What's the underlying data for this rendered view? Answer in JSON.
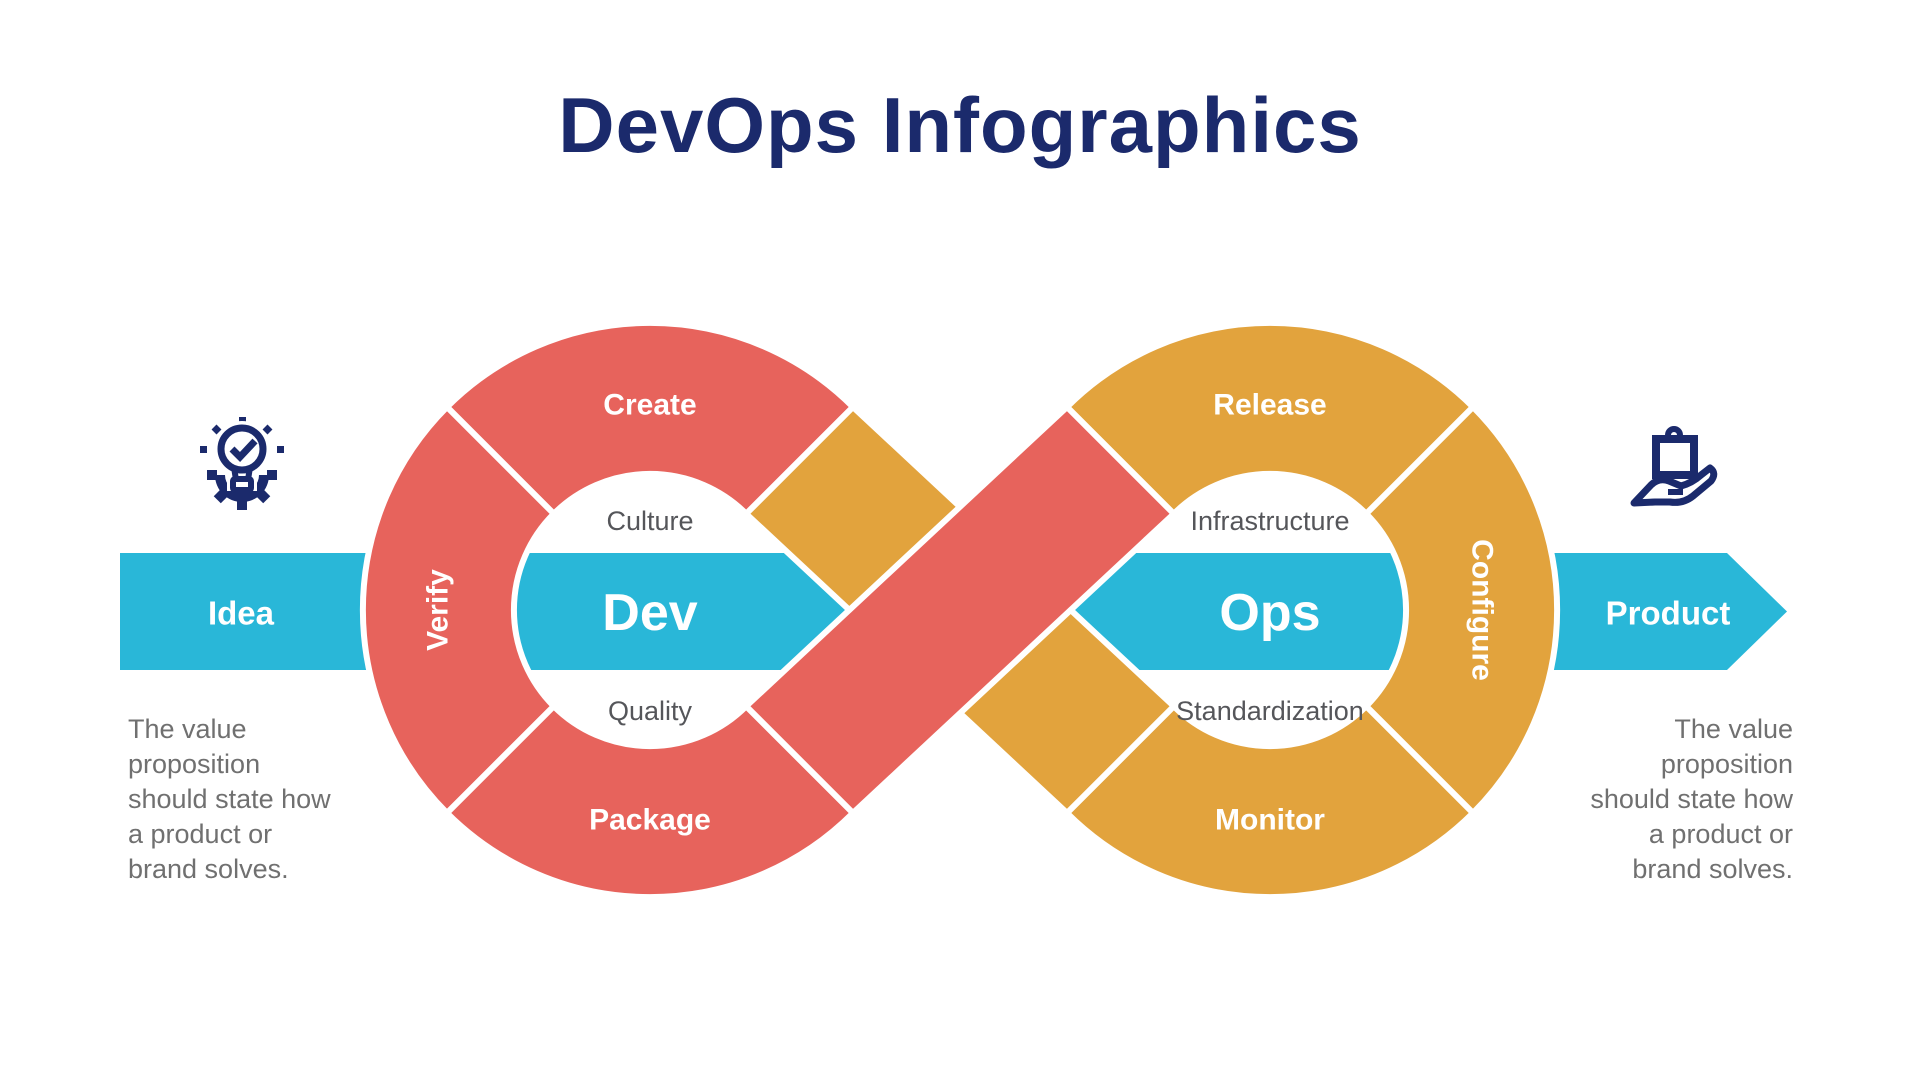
{
  "title": "DevOps Infographics",
  "flow": {
    "input_label": "Idea",
    "output_label": "Product"
  },
  "dev_loop": {
    "name": "Dev",
    "segments": [
      "Create",
      "Verify",
      "Package"
    ],
    "inner_top": "Culture",
    "inner_bottom": "Quality",
    "color": "#E7635C"
  },
  "ops_loop": {
    "name": "Ops",
    "segments": [
      "Release",
      "Configure",
      "Monitor"
    ],
    "inner_top": "Infrastructure",
    "inner_bottom": "Standardization",
    "color": "#E2A33D"
  },
  "notes": {
    "left_lines": [
      "The value",
      "proposition",
      "should state how",
      "a product or",
      "brand solves."
    ],
    "right_lines": [
      "The value",
      "proposition",
      "should state how",
      "a product or",
      "brand solves."
    ]
  },
  "icons": {
    "left": "idea-bulb-gear-icon",
    "right": "hand-holding-bag-icon"
  },
  "colors": {
    "navy": "#1B2A6C",
    "cyan": "#29B7D8",
    "red": "#E7635C",
    "orange": "#E2A33D",
    "note_gray": "#707070",
    "inner_label_gray": "#55565A",
    "background": "#FFFFFF"
  }
}
